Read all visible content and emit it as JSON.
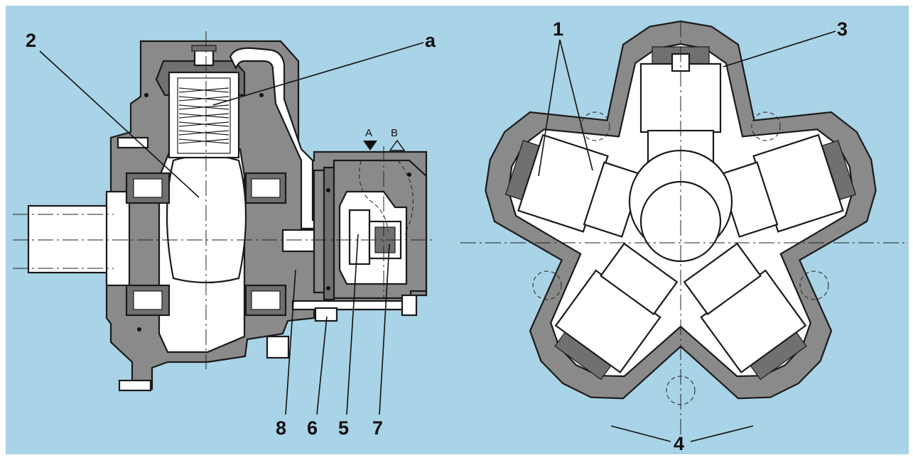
{
  "colors": {
    "background": "#a9d3e6",
    "frame": "#ffffff",
    "housing": "#8a8a8a",
    "housing_dark": "#707070",
    "part_light": "#ffffff",
    "line": "#1a1a1a"
  },
  "callouts": {
    "c1": "1",
    "c2": "2",
    "c3": "3",
    "c4": "4",
    "c5": "5",
    "c6": "6",
    "c7": "7",
    "c8": "8",
    "ca": "a"
  },
  "ports": {
    "a": "A",
    "b": "B"
  }
}
